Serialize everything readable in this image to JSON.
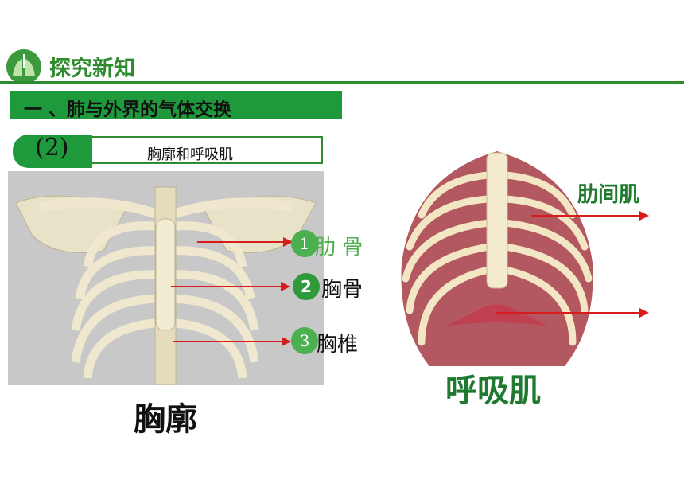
{
  "header": {
    "title": "探究新知"
  },
  "section": {
    "title": "一 、肺与外界的气体交换"
  },
  "subsection": {
    "number": "(2)",
    "title": "胸廓和呼吸肌"
  },
  "left_figure": {
    "caption": "胸廓",
    "labels": [
      {
        "num": "1",
        "text": "肋 骨"
      },
      {
        "num": "2",
        "text": "胸骨"
      },
      {
        "num": "3",
        "text": "胸椎"
      }
    ]
  },
  "right_figure": {
    "caption": "呼吸肌",
    "muscle_label": "肋间肌"
  },
  "colors": {
    "green": "#1e9a3c",
    "dark_green": "#1e7a2e",
    "arrow_red": "#d81b1b"
  }
}
